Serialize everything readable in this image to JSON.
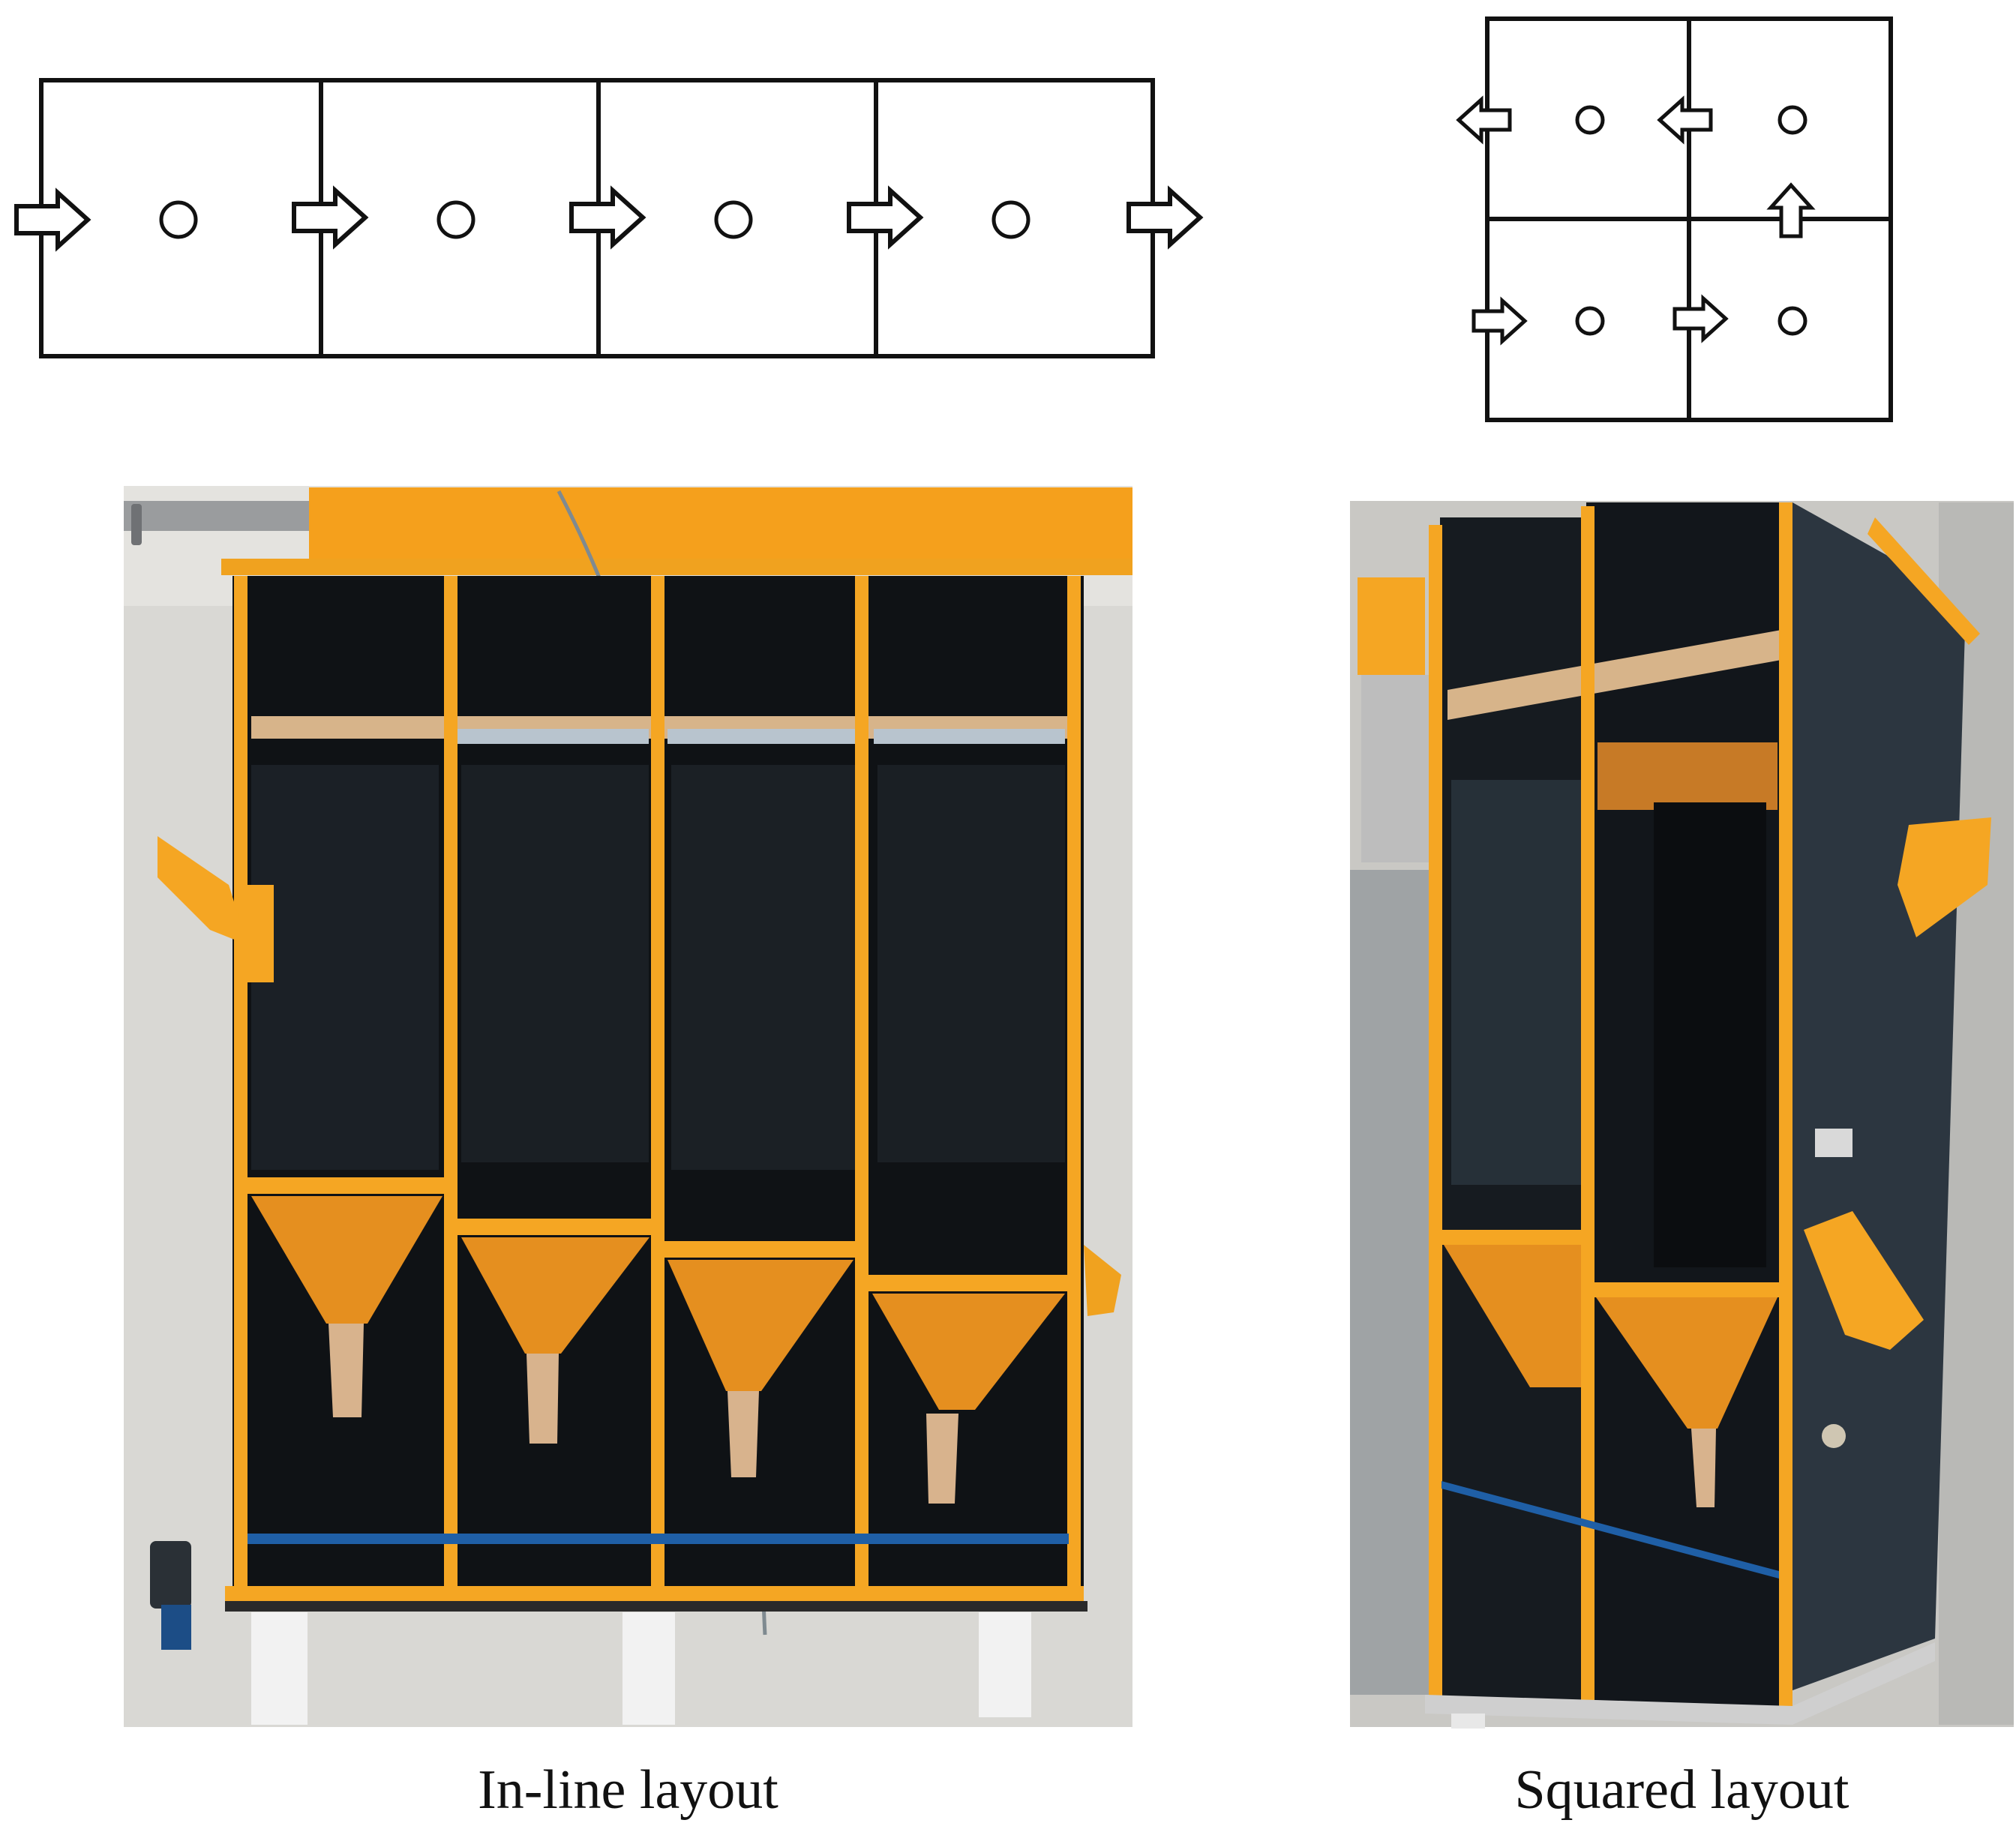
{
  "captions": {
    "inline": "In-line layout",
    "squared": "Squared layout"
  },
  "colors": {
    "line": "#111111",
    "frame_orange": "#f5a623",
    "cell_dark": "#0f1215",
    "funnel_orange": "#e58f1f",
    "wall_dark_blue": "#2c3640",
    "background_gray": "#d9d8d4",
    "blue_strip": "#1f5fa6",
    "wood": "#d7b48a"
  },
  "inline_diagram": {
    "cell_count": 4,
    "flow_direction": "left-to-right"
  },
  "squared_diagram": {
    "cell_count": 4,
    "flow_direction": "U-shaped (right along bottom row, up, left along top row)"
  },
  "photos": {
    "inline": {
      "cyclone_cells": 4
    },
    "squared": {
      "cyclone_cells_visible": 2
    }
  }
}
